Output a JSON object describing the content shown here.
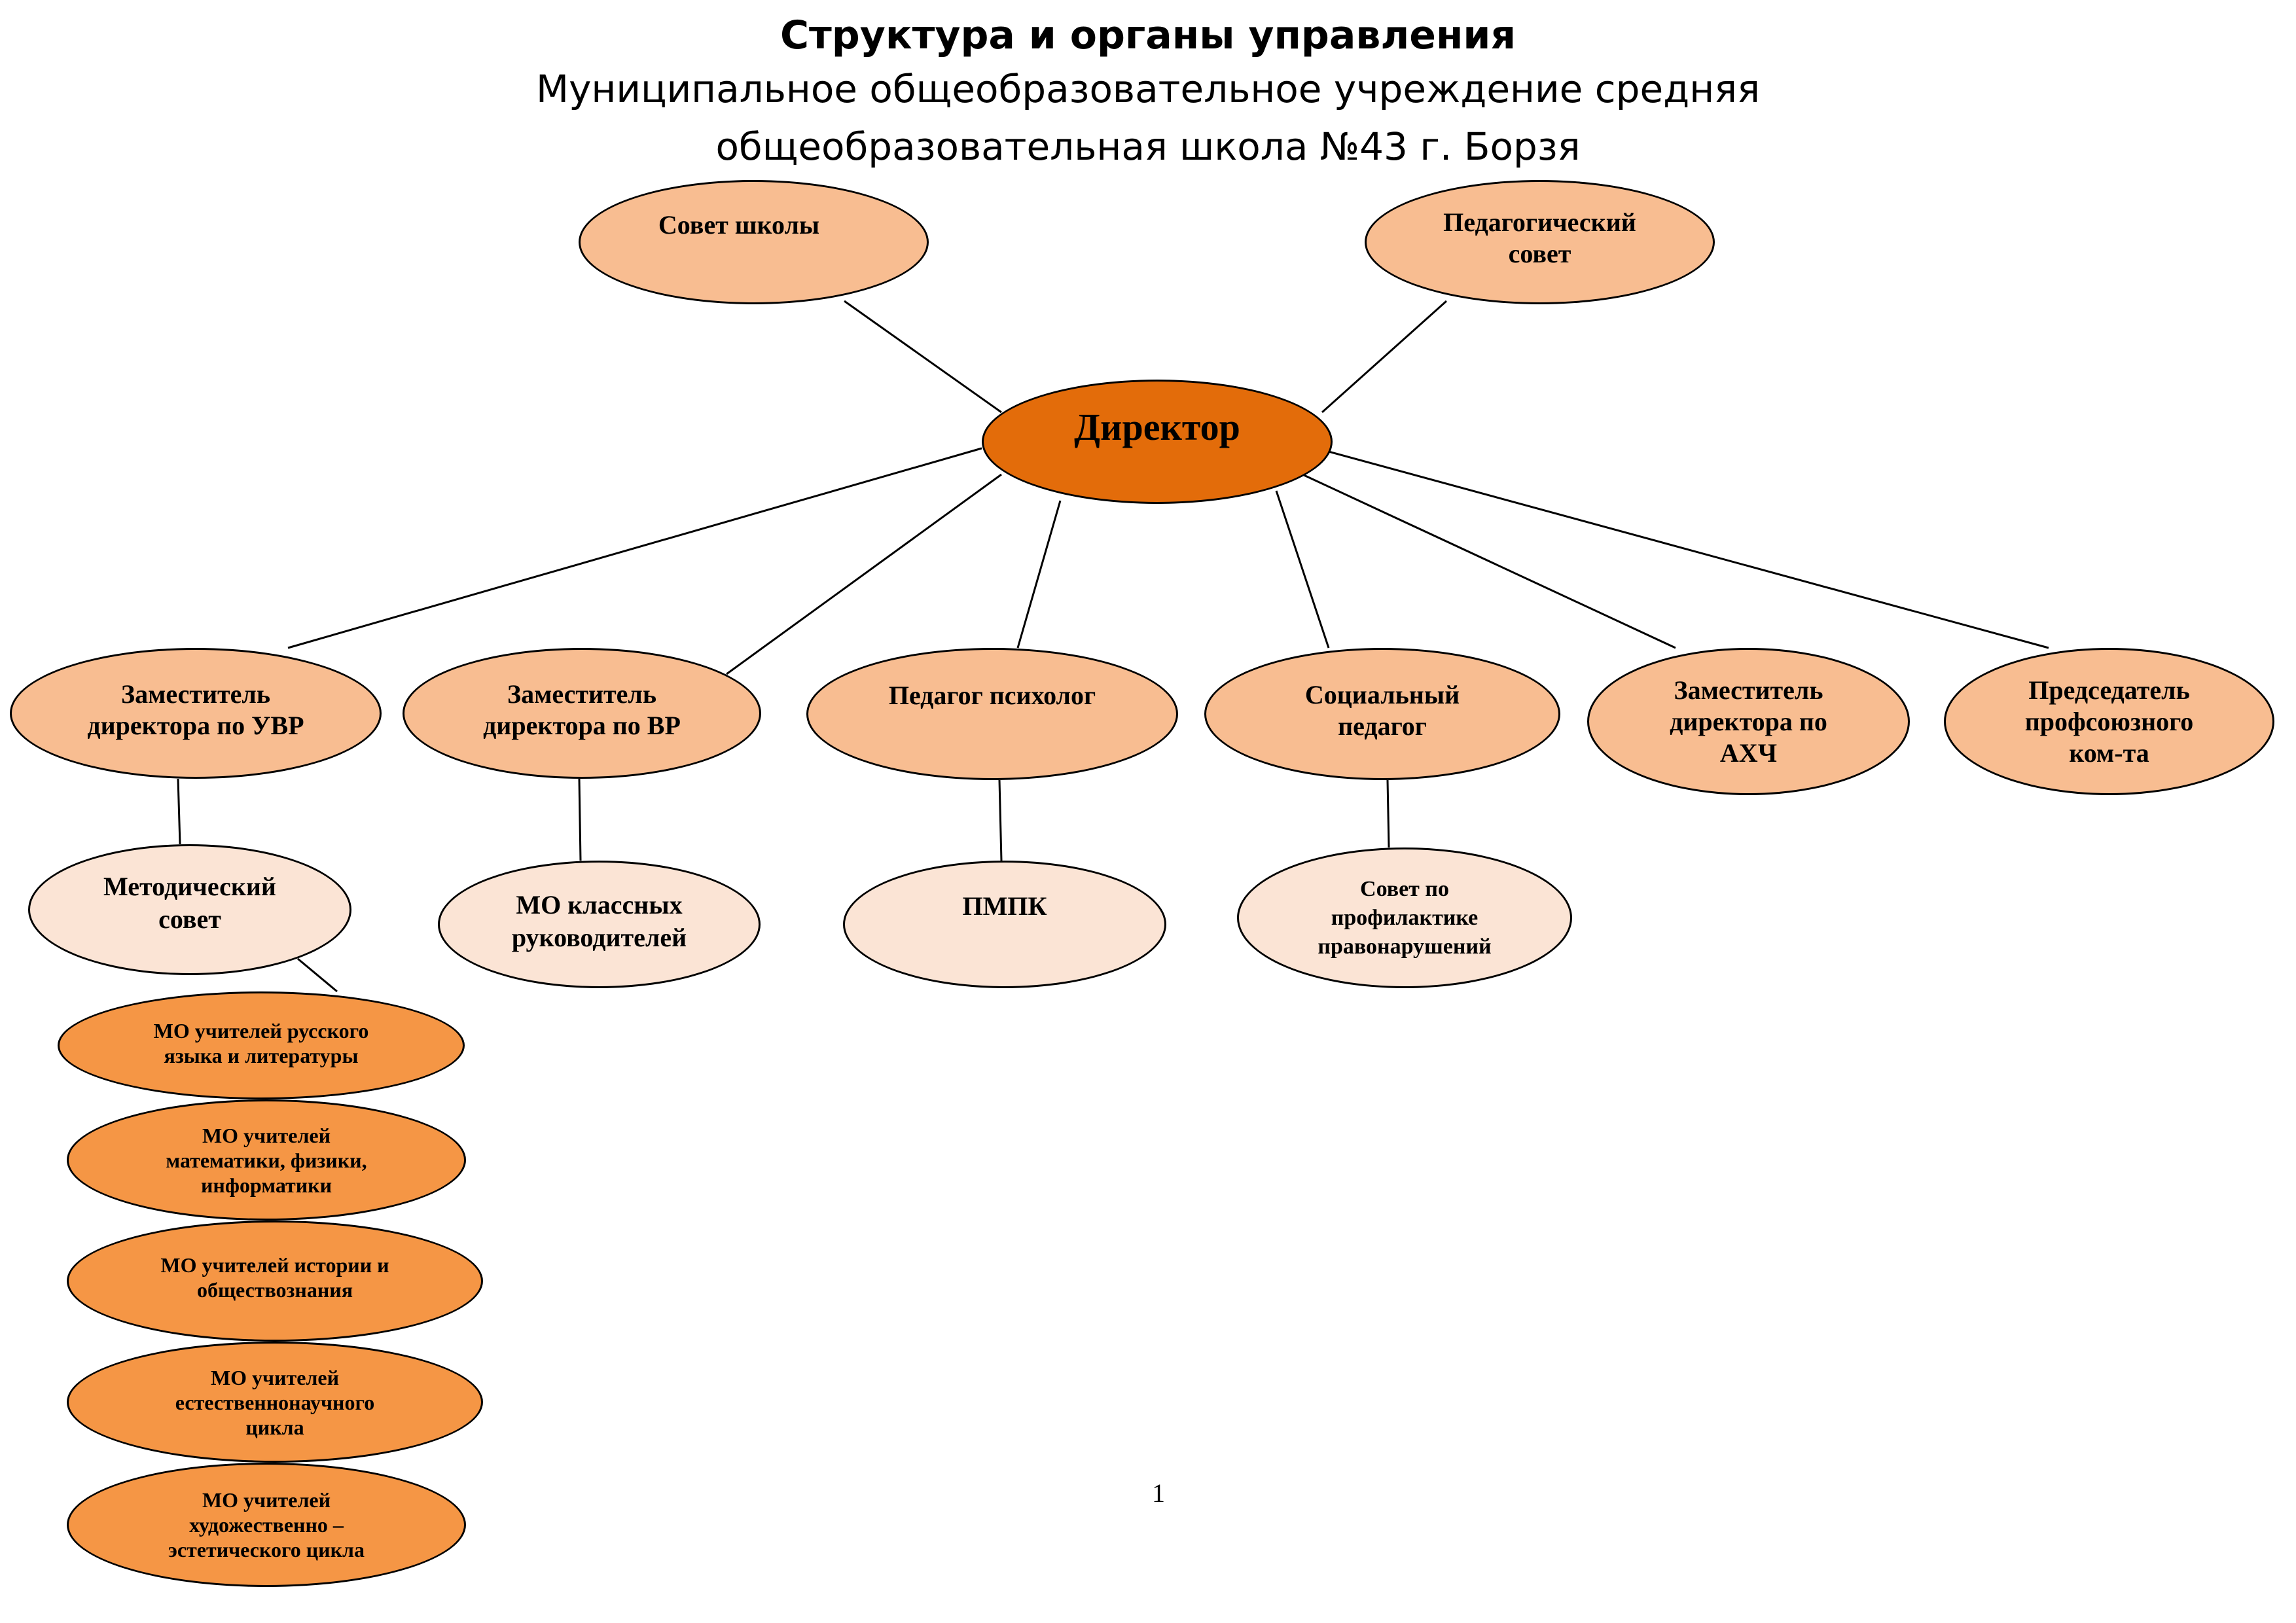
{
  "header": {
    "title": "Структура и органы управления",
    "subtitle_line1": "Муниципальное общеобразовательное учреждение средняя",
    "subtitle_line2": "общеобразовательная школа №43 г. Борзя"
  },
  "nodes": {
    "director": "Директор",
    "school_council": "Совет школы",
    "pedagogical_council": "Педагогический\nсовет",
    "deputy_uvr": "Заместитель\nдиректора по УВР",
    "deputy_vr": "Заместитель\nдиректора по ВР",
    "psychologist": "Педагог психолог",
    "social_pedagogue": "Социальный\nпедагог",
    "deputy_ahch": "Заместитель\nдиректора по\nАХЧ",
    "union_chair": "Председатель\nпрофсоюзного\nком-та",
    "methodical_council": "Методический\nсовет",
    "mo_class_teachers": "МО классных\nруководителей",
    "pmpk": "ПМПК",
    "prevention_council": "Совет по\nпрофилактике\nправонарушений",
    "mo_russian": "МО учителей русского\nязыка и литературы",
    "mo_math": "МО учителей\nматематики, физики,\nинформатики",
    "mo_history": "МО учителей истории и\nобществознания",
    "mo_science": "МО учителей\nестественнонаучного\nцикла",
    "mo_arts": "МО учителей\nхудожественно –\nэстетического цикла"
  },
  "page_number": "1",
  "colors": {
    "director_fill": "#e36c0a",
    "level1_fill": "#f8bd91",
    "level2_fill": "#fbe4d5",
    "level3_fill": "#f59645"
  }
}
